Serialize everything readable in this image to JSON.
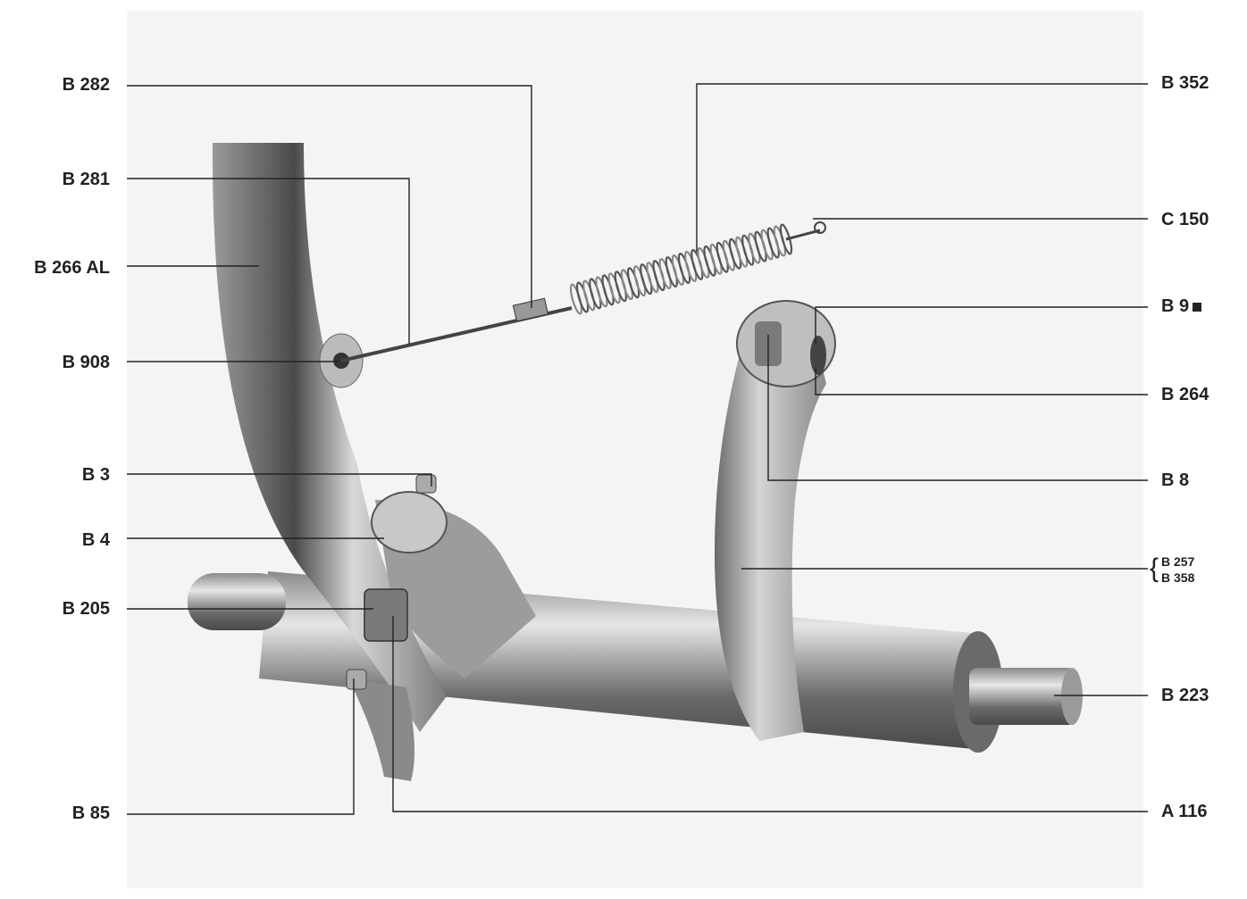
{
  "labels_left": [
    {
      "id": "b282",
      "text": "B 282"
    },
    {
      "id": "b281",
      "text": "B 281"
    },
    {
      "id": "b266al",
      "text": "B 266 AL"
    },
    {
      "id": "b908",
      "text": "B 908"
    },
    {
      "id": "b3",
      "text": "B 3"
    },
    {
      "id": "b4",
      "text": "B 4"
    },
    {
      "id": "b205",
      "text": "B 205"
    },
    {
      "id": "b85",
      "text": "B 85"
    }
  ],
  "labels_right": [
    {
      "id": "b352",
      "text": "B 352"
    },
    {
      "id": "c150",
      "text": "C 150"
    },
    {
      "id": "b9",
      "text": "B 9"
    },
    {
      "id": "b264",
      "text": "B 264"
    },
    {
      "id": "b8",
      "text": "B 8"
    },
    {
      "id": "b257",
      "text": "B 257"
    },
    {
      "id": "b358",
      "text": "B 358"
    },
    {
      "id": "b223",
      "text": "B 223"
    },
    {
      "id": "a116",
      "text": "A 116"
    }
  ],
  "colors": {
    "line": "#222222",
    "metal_light": "#e4e4e2",
    "metal_dark": "#5a5a58",
    "background": "#f4f4f2"
  }
}
